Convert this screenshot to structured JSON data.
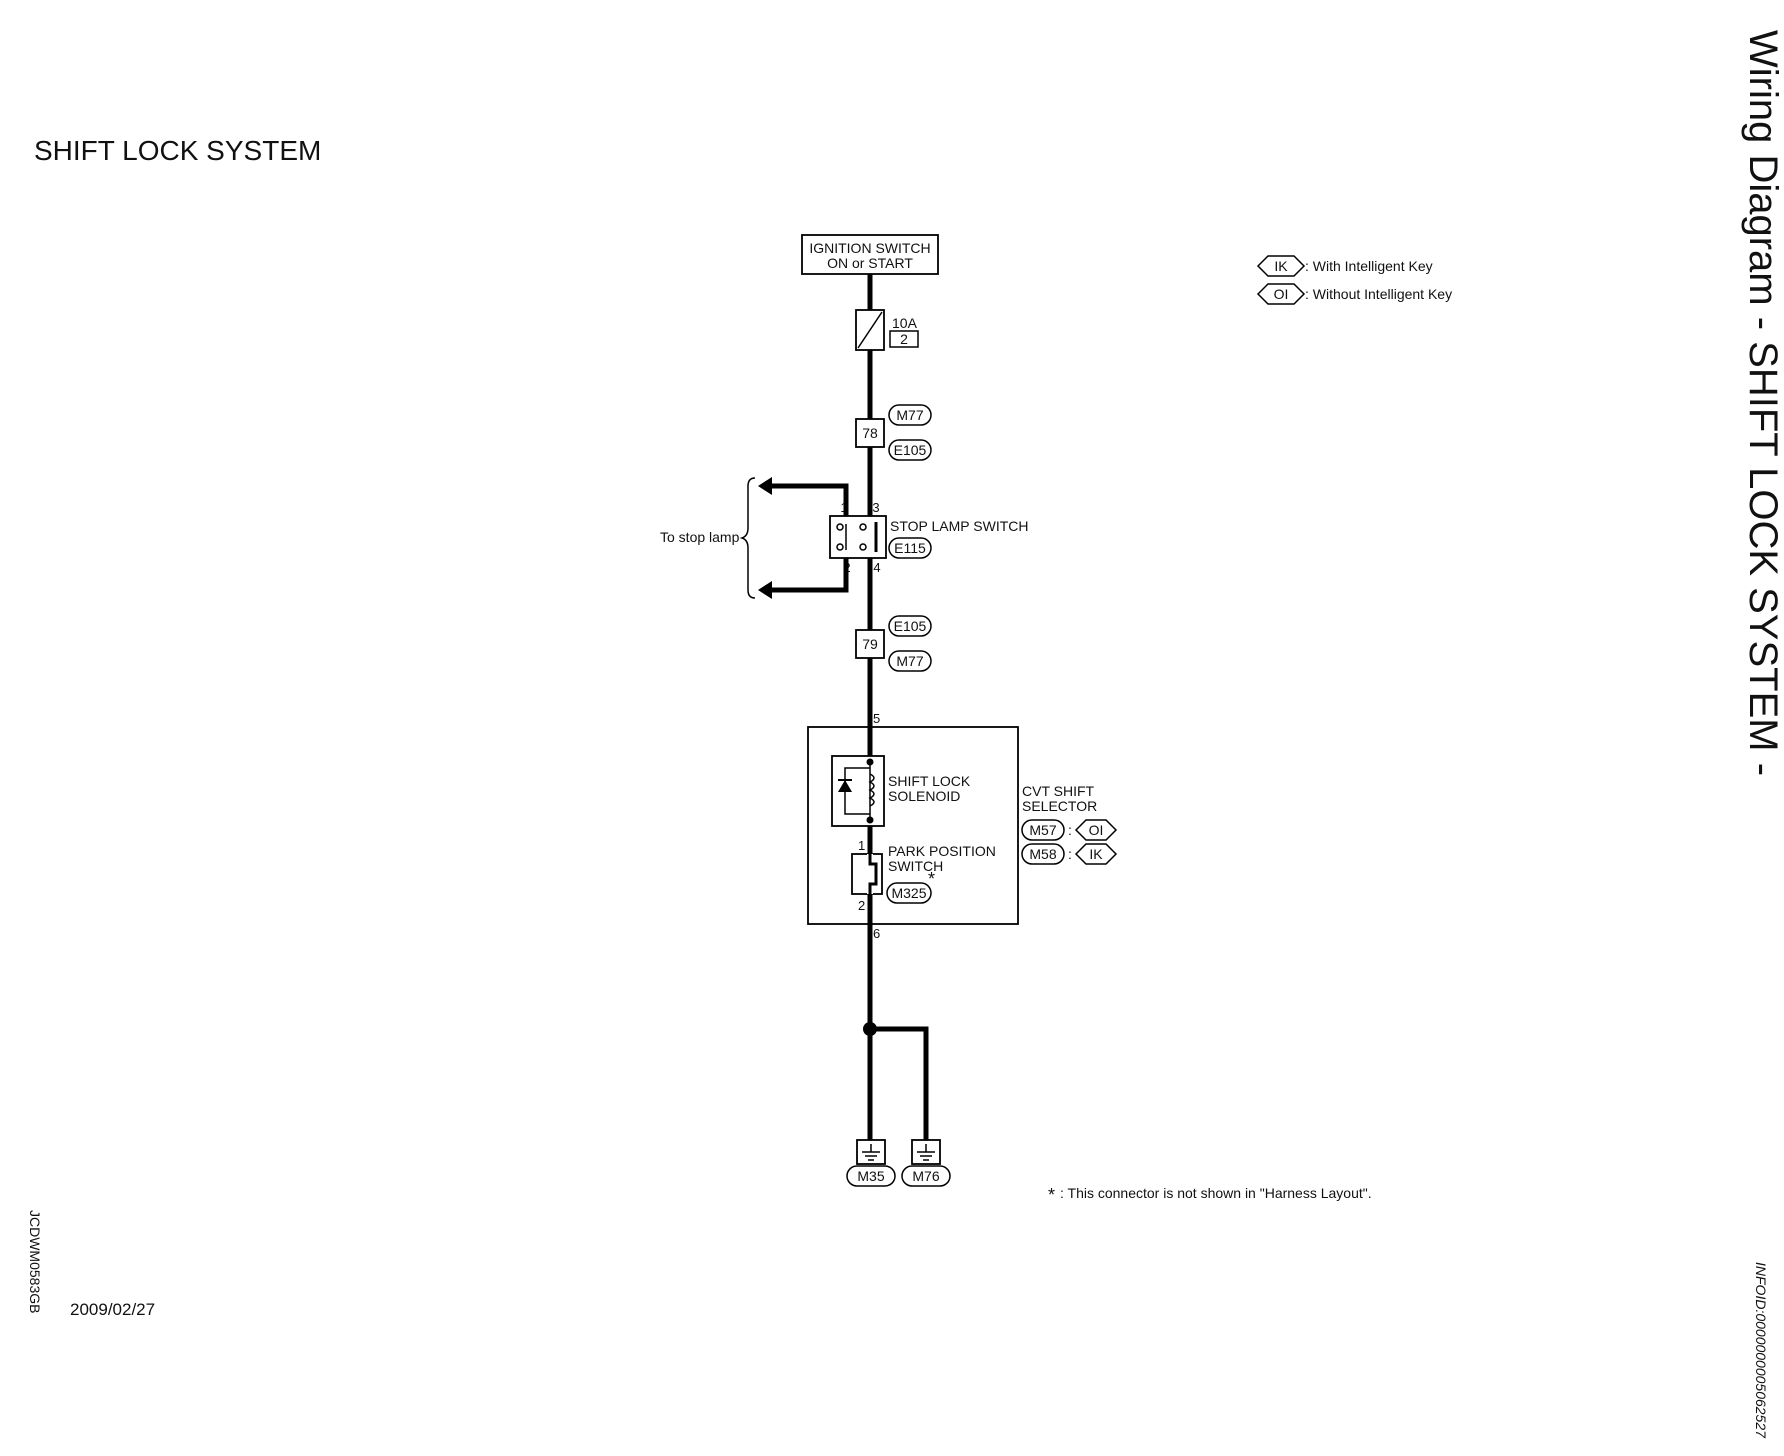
{
  "page": {
    "title": "SHIFT LOCK SYSTEM",
    "side_title": "Wiring Diagram - SHIFT LOCK SYSTEM -",
    "side_code": "INFOID:0000000005062527",
    "left_code": "JCDWM0583GB",
    "date": "2009/02/27"
  },
  "legend": {
    "ik_tag": "IK",
    "ik_text": ": With Intelligent Key",
    "oi_tag": "OI",
    "oi_text": ": Without Intelligent Key"
  },
  "ignition": {
    "line1": "IGNITION SWITCH",
    "line2": "ON or START"
  },
  "fuse": {
    "rating": "10A",
    "number": "2"
  },
  "joint1": {
    "pin": "78",
    "top_conn": "M77",
    "bottom_conn": "E105"
  },
  "stop_lamp": {
    "label": "STOP LAMP SWITCH",
    "conn": "E115",
    "pins": [
      "1",
      "3",
      "2",
      "4"
    ],
    "to_lamp": "To stop lamp"
  },
  "joint2": {
    "pin": "79",
    "top_conn": "E105",
    "bottom_conn": "M77"
  },
  "selector": {
    "pin_in": "5",
    "pin_out": "6",
    "solenoid_line1": "SHIFT LOCK",
    "solenoid_line2": "SOLENOID",
    "park_line1": "PARK POSITION",
    "park_line2": "SWITCH",
    "park_conn": "M325",
    "park_star": "*",
    "park_pin1": "1",
    "park_pin2": "2",
    "title_line1": "CVT SHIFT",
    "title_line2": "SELECTOR",
    "conn_a": "M57",
    "conn_a_tag": "OI",
    "conn_b": "M58",
    "conn_b_tag": "IK",
    "colon": ":"
  },
  "grounds": {
    "g1": "M35",
    "g2": "M76"
  },
  "footnote": {
    "star": "*",
    "text": ": This connector is not shown in \"Harness Layout\"."
  }
}
